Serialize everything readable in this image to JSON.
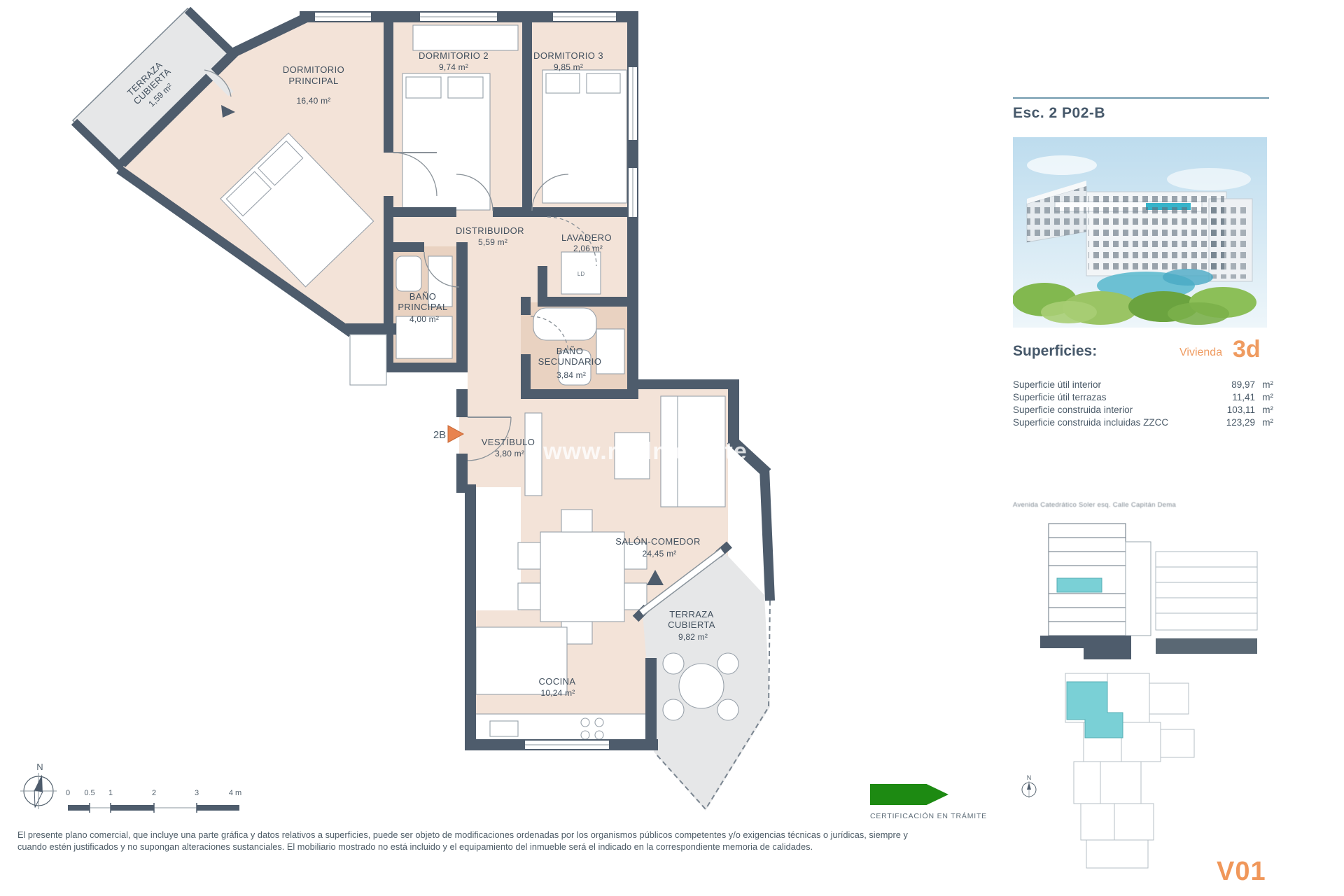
{
  "floorplan": {
    "watermark": "www.realmestate",
    "entrance_label": "2B",
    "washer_label": "LD",
    "rooms": {
      "terraza1": {
        "l1": "TERRAZA",
        "l2": "CUBIERTA",
        "area": "1,59 m²"
      },
      "dorm_principal": {
        "l1": "DORMITORIO",
        "l2": "PRINCIPAL",
        "area": "16,40 m²"
      },
      "dorm2": {
        "l1": "DORMITORIO 2",
        "area": "9,74 m²"
      },
      "dorm3": {
        "l1": "DORMITORIO 3",
        "area": "9,85 m²"
      },
      "distribuidor": {
        "l1": "DISTRIBUIDOR",
        "area": "5,59 m²"
      },
      "lavadero": {
        "l1": "LAVADERO",
        "area": "2,06 m²"
      },
      "bano_principal": {
        "l1": "BAÑO",
        "l2": "PRINCIPAL",
        "area": "4,00 m²"
      },
      "bano_secundario": {
        "l1": "BAÑO",
        "l2": "SECUNDARIO",
        "area": "3,84 m²"
      },
      "vestibulo": {
        "l1": "VESTÍBULO",
        "area": "3,80 m²"
      },
      "salon": {
        "l1": "SALÓN-COMEDOR",
        "area": "24,45 m²"
      },
      "terraza2": {
        "l1": "TERRAZA",
        "l2": "CUBIERTA",
        "area": "9,82 m²"
      },
      "cocina": {
        "l1": "COCINA",
        "area": "10,24 m²"
      }
    }
  },
  "scalebar": {
    "north": "N",
    "ticks": [
      "0",
      "0.5",
      "1",
      "2",
      "3",
      "4 m"
    ]
  },
  "certification": {
    "label": "CERTIFICACIÓN EN TRÁMITE"
  },
  "sidebar": {
    "unit_code": "Esc. 2 P02-B",
    "superficies_label": "Superficies:",
    "vivienda_label": "Vivienda",
    "unit_type": "3d",
    "address": "Avenida Catedrático Soler esq. Calle Capitán Dema",
    "areas": [
      {
        "label": "Superficie útil interior",
        "value": "89,97",
        "unit": "m²"
      },
      {
        "label": "Superficie útil terrazas",
        "value": "11,41",
        "unit": "m²"
      },
      {
        "label": "Superficie construida interior",
        "value": "103,11",
        "unit": "m²"
      },
      {
        "label": "Superficie construida incluidas ZZCC",
        "value": "123,29",
        "unit": "m²"
      }
    ]
  },
  "disclaimer": {
    "line1": "El presente plano comercial, que incluye una parte gráfica y datos relativos a superficies, puede ser objeto de modificaciones ordenadas por los organismos públicos competentes y/o exigencias técnicas o jurídicas, siempre y",
    "line2": "cuando estén justificados y no supongan alteraciones sustanciales. El mobiliario mostrado no está incluido y el equipamiento del inmueble será el indicado en la correspondiente memoria de calidades."
  },
  "version": "V01",
  "colors": {
    "wall": "#4e5c6c",
    "floor": "#f3e3d8",
    "bath_floor": "#e9d2c1",
    "terrace_floor": "#e6e7e8",
    "accent_orange": "#f0975a",
    "highlight_teal": "#7ad0d6",
    "certification_green": "#1d8a12"
  }
}
